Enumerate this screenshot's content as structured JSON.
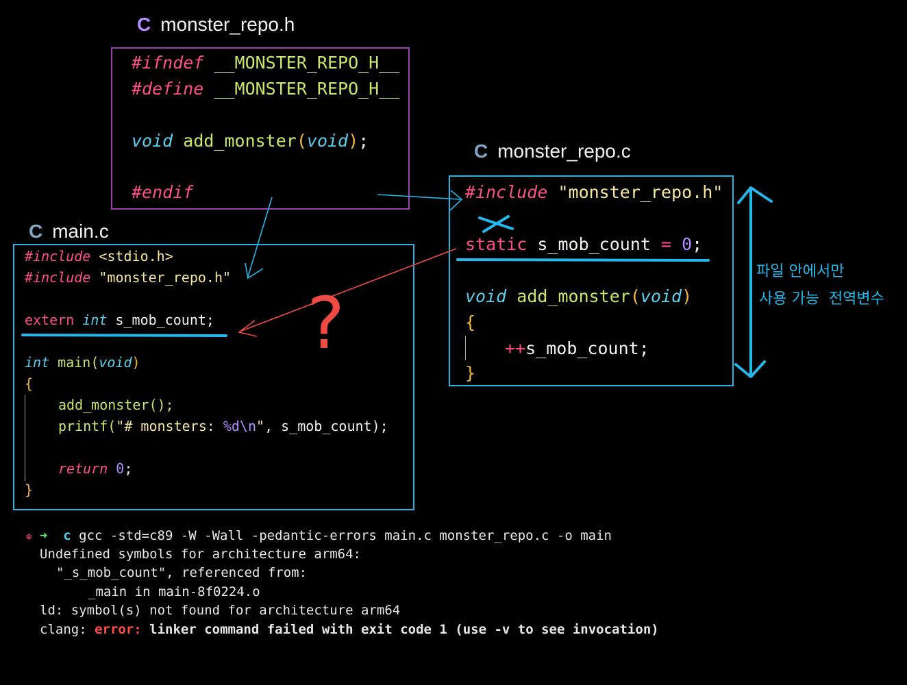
{
  "header_file": {
    "title": "monster_repo.h",
    "icon": "C",
    "lines": {
      "l1_kw": "#ifndef",
      "l1_rest": " __MONSTER_REPO_H__",
      "l2_kw": "#define",
      "l2_rest": " __MONSTER_REPO_H__",
      "l3_void": "void",
      "l3_fn": " add_monster",
      "l3_open": "(",
      "l3_param": "void",
      "l3_close": ")",
      "l3_semi": ";",
      "l4_kw": "#endif"
    }
  },
  "source_file": {
    "title": "monster_repo.c",
    "icon": "C",
    "lines": {
      "inc_kw": "#include",
      "inc_str": " \"monster_repo.h\"",
      "static_kw": "static",
      "static_var": " s_mob_count",
      "static_eq": " =",
      "static_num": " 0",
      "static_semi": ";",
      "fn_void": "void",
      "fn_name": " add_monster",
      "fn_open": "(",
      "fn_param": "void",
      "fn_close": ")",
      "open_brace": "{",
      "body_op": "++",
      "body_var": "s_mob_count",
      "body_semi": ";",
      "close_brace": "}"
    }
  },
  "main_file": {
    "title": "main.c",
    "icon": "C",
    "lines": {
      "inc1_kw": "#include",
      "inc1_str": " <stdio.h>",
      "inc2_kw": "#include",
      "inc2_str": " \"monster_repo.h\"",
      "ext_kw": "extern",
      "ext_type": " int",
      "ext_var": " s_mob_count;",
      "main_type": "int",
      "main_fn": " main(",
      "main_param": "void",
      "main_close": ")",
      "open_brace": "{",
      "call": "add_monster();",
      "printf_fn": "printf(",
      "printf_str": "\"# monsters: ",
      "printf_fmt": "%d\\n",
      "printf_str_end": "\"",
      "printf_rest": ", s_mob_count);",
      "ret_kw": "return",
      "ret_num": " 0",
      "ret_semi": ";",
      "close_brace": "}"
    }
  },
  "annotations": {
    "korean_line1": "파일 안에서만",
    "korean_line2": "사용 가능  전역변수",
    "question": "?"
  },
  "terminal": {
    "status_icon": "⊗",
    "prompt_icon": "➜",
    "cwd": "c",
    "command": "gcc -std=c89 -W -Wall -pedantic-errors main.c monster_repo.c -o main",
    "line2": "Undefined symbols for architecture arm64:",
    "line3": "\"_s_mob_count\", referenced from:",
    "line4": "_main in main-8f0224.o",
    "line5": "ld: symbol(s) not found for architecture arm64",
    "line6_prefix": "clang: ",
    "line6_error": "error:",
    "line6_rest": " linker command failed with exit code 1 (use -v to see invocation)"
  },
  "colors": {
    "header_border": "#9b3fb0",
    "source_border": "#25b4e6",
    "main_border": "#25b4e6",
    "annotation_cyan": "#23b8ea",
    "annotation_red": "#ef4b43",
    "error_red": "#ff4b4b"
  }
}
